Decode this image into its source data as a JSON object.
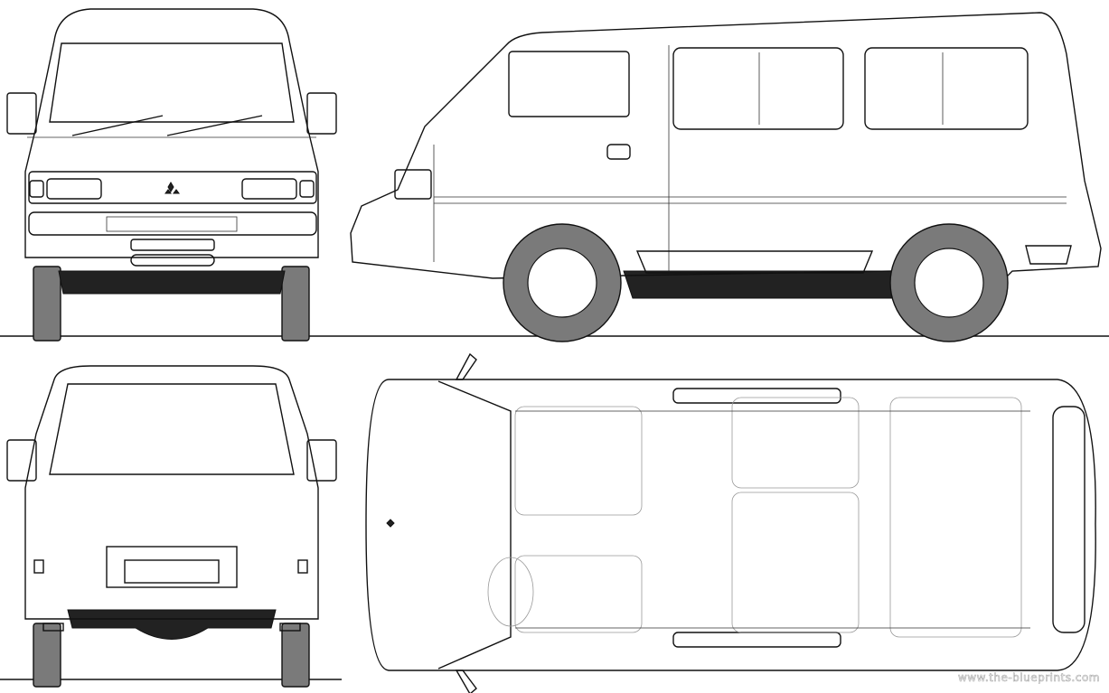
{
  "watermark": "www.the-blueprints.com",
  "views": [
    "front",
    "side",
    "rear",
    "top"
  ],
  "colors": {
    "line": "#111111",
    "tire": "#7a7a7a",
    "interior": "#999999"
  }
}
